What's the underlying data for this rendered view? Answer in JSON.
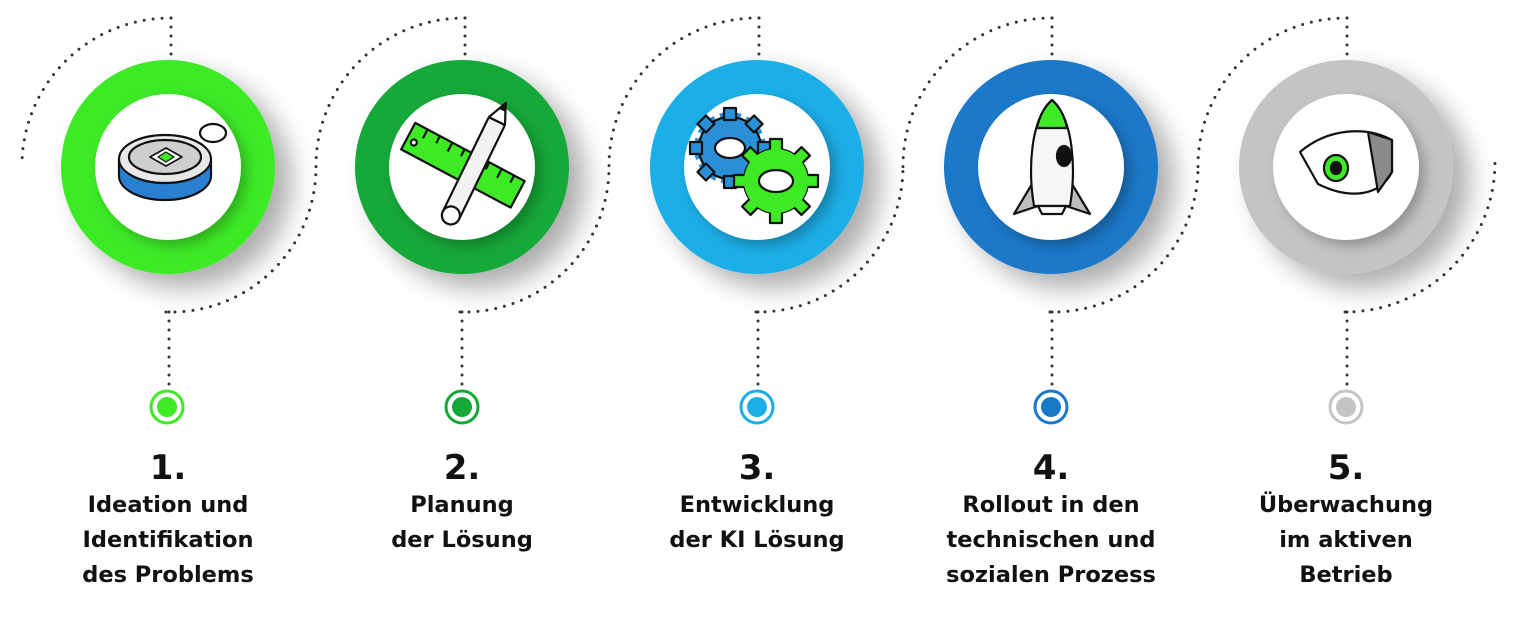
{
  "steps": [
    {
      "number": "1.",
      "lines": [
        "Ideation und",
        "Identifikation",
        "des Problems"
      ],
      "color": "#3dea25",
      "icon": "compass-icon"
    },
    {
      "number": "2.",
      "lines": [
        "Planung",
        "der Lösung"
      ],
      "color": "#14a839",
      "icon": "ruler-pencil-icon"
    },
    {
      "number": "3.",
      "lines": [
        "Entwicklung",
        "der KI Lösung"
      ],
      "color": "#1eaee6",
      "icon": "gears-icon"
    },
    {
      "number": "4.",
      "lines": [
        "Rollout in den",
        "technischen und",
        "sozialen Prozess"
      ],
      "color": "#1a78c9",
      "icon": "rocket-icon"
    },
    {
      "number": "5.",
      "lines": [
        "Überwachung",
        "im aktiven",
        "Betrieb"
      ],
      "color": "#c4c4c4",
      "icon": "eye-icon"
    }
  ]
}
